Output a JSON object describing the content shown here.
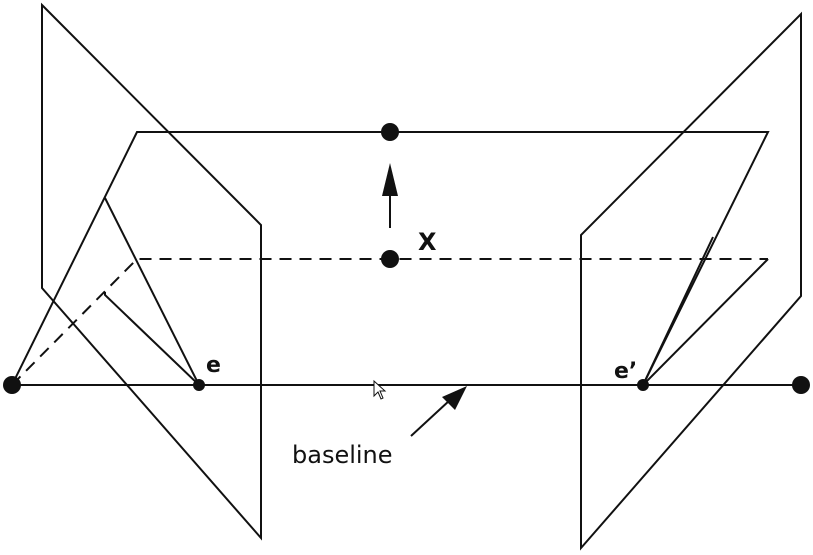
{
  "labels": {
    "point_x": "X",
    "epipole_left": "e",
    "epipole_right": "e’",
    "baseline": "baseline"
  },
  "colors": {
    "stroke": "#111111",
    "background": "#ffffff"
  },
  "icons": {
    "cursor": "mouse-pointer-icon"
  }
}
